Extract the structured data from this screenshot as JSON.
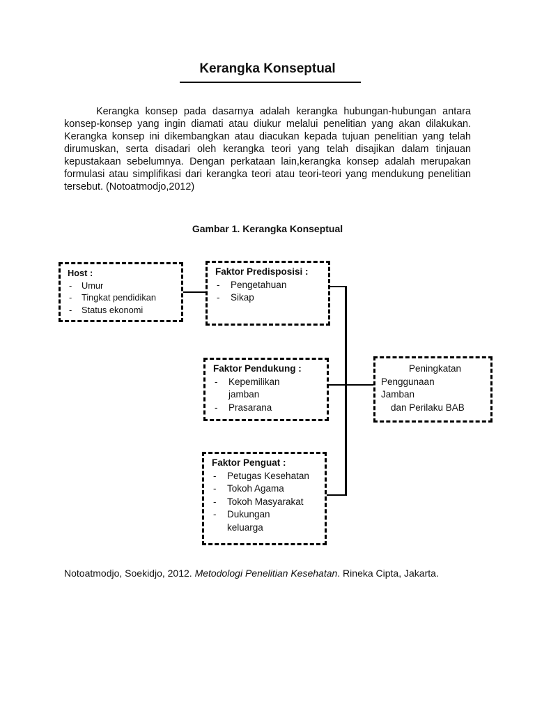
{
  "document": {
    "title": "Kerangka Konseptual",
    "intro_paragraph": "Kerangka konsep pada dasarnya adalah kerangka hubungan-hubungan antara konsep-konsep yang ingin diamati atau diukur melalui penelitian yang akan dilakukan. Kerangka konsep ini dikembangkan atau diacukan kepada tujuan penelitian yang telah dirumuskan, serta disadari oleh kerangka teori yang telah disajikan dalam tinjauan kepustakaan sebelumnya. Dengan perkataan lain,kerangka konsep adalah merupakan formulasi atau simplifikasi dari kerangka teori atau teori-teori yang mendukung penelitian tersebut. (Notoatmodjo,2012)",
    "figure_caption": "Gambar 1. Kerangka Konseptual"
  },
  "diagram": {
    "host": {
      "title": "Host :",
      "items": [
        "Umur",
        "Tingkat pendidikan",
        "Status ekonomi"
      ]
    },
    "predisposisi": {
      "title": "Faktor Predisposisi :",
      "items": [
        "Pengetahuan",
        "Sikap"
      ]
    },
    "pendukung": {
      "title": "Faktor Pendukung :",
      "items": [
        "Kepemilikan jamban",
        "Prasarana"
      ]
    },
    "penguat": {
      "title": "Faktor Penguat :",
      "items": [
        "Petugas Kesehatan",
        "Tokoh Agama",
        "Tokoh Masyarakat",
        "Dukungan keluarga"
      ]
    },
    "outcome": {
      "line1": "Peningkatan",
      "line2": "Penggunaan Jamban",
      "line3": "dan Perilaku BAB"
    }
  },
  "reference": {
    "authors_year": "Notoatmodjo, Soekidjo, 2012. ",
    "book_title": "Metodologi Penelitian Kesehatan",
    "publisher": ". Rineka Cipta, Jakarta."
  }
}
